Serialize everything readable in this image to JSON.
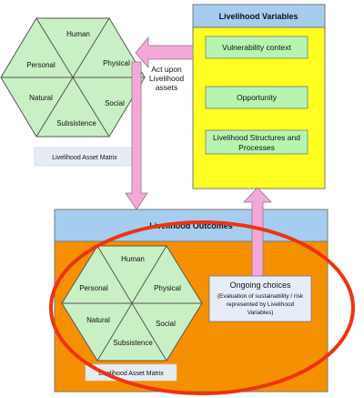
{
  "top_hexagon": {
    "segments": [
      "Human",
      "Physical",
      "Social",
      "Subsistence",
      "Natural",
      "Personal"
    ],
    "caption": "Livelihood Asset Matrix"
  },
  "arrow_label": [
    "Act upon",
    "Livelihood",
    "assets"
  ],
  "livelihood_variables": {
    "title": "Livelihood Variables",
    "items": [
      [
        "Vulnerability context"
      ],
      [
        "Opportunity"
      ],
      [
        "Livelihood Structures and",
        "Processes"
      ]
    ]
  },
  "livelihood_outcomes": {
    "title": "Livelihood Outcomes"
  },
  "bottom_hexagon": {
    "segments": [
      "Human",
      "Physical",
      "Social",
      "Subsistence",
      "Natural",
      "Personal"
    ],
    "caption": "Livelihood Asset Matrix"
  },
  "ongoing_choices": {
    "title": "Ongoing choices",
    "detail": [
      "(Evaluation of sustainability / risk",
      "represented by Livelihood",
      "Variables)"
    ]
  },
  "colors": {
    "hexagon_fill": "#c9f0c4",
    "variables_fill": "#ffff22",
    "header_fill": "#a6cdf0",
    "outcomes_fill": "#f59100",
    "item_fill": "#b6f4b0",
    "arrow_fill": "#f4a8d8",
    "ellipse_stroke": "#ee3311"
  }
}
